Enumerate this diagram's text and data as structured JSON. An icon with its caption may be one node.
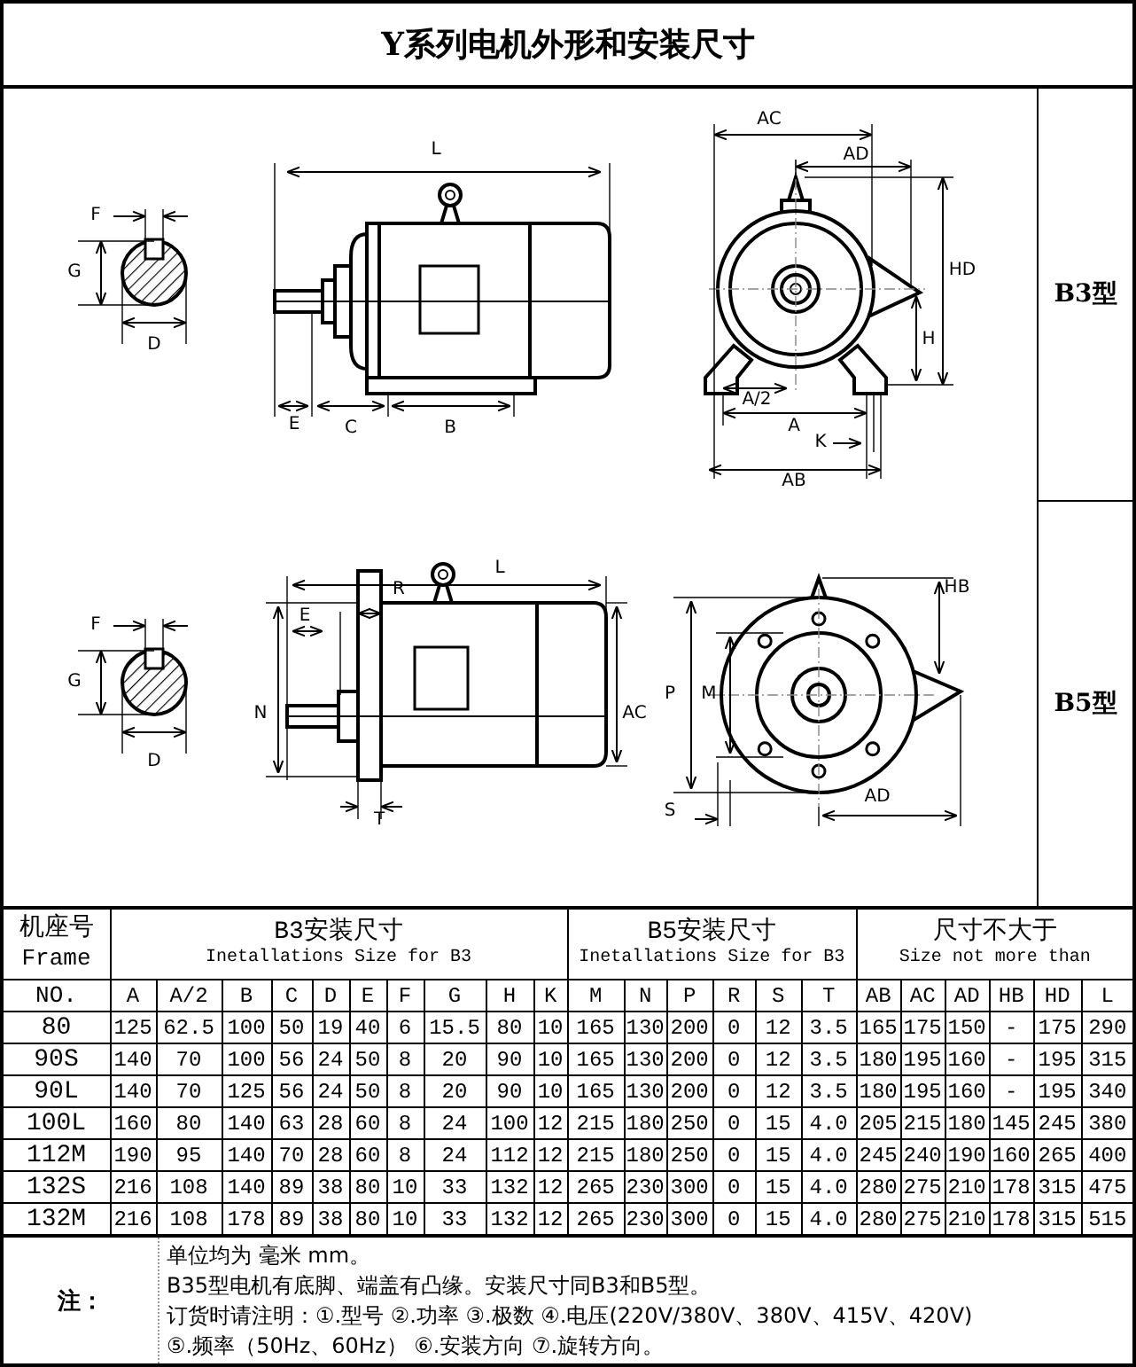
{
  "diagram": {
    "title": "Y系列电机外形和安装尺寸",
    "labels": [
      "F",
      "G",
      "D",
      "L",
      "E",
      "C",
      "B",
      "AC",
      "AD",
      "HD",
      "H",
      "A/2",
      "A",
      "K",
      "AB",
      "B3型",
      "F",
      "G",
      "D",
      "L",
      "E",
      "R",
      "N",
      "AC",
      "T",
      "P",
      "M",
      "HB",
      "S",
      "AD",
      "B5型",
      "机座号",
      "Frame",
      "B3安装尺寸",
      "Inetallations Size for B3",
      "B5安装尺寸",
      "Inetallations Size for B3",
      "尺寸不大于",
      "Size not more than",
      "NO.",
      "A",
      "A/2",
      "B",
      "C",
      "D",
      "E",
      "F",
      "G",
      "H",
      "K",
      "M",
      "N",
      "P",
      "R",
      "S",
      "T",
      "AB",
      "AC",
      "AD",
      "HB",
      "HD",
      "L",
      "80",
      "125",
      "62.5",
      "100",
      "50",
      "19",
      "40",
      "6",
      "15.5",
      "80",
      "10",
      "165",
      "130",
      "200",
      "0",
      "12",
      "3.5",
      "165",
      "175",
      "150",
      "-",
      "175",
      "290",
      "90S",
      "140",
      "70",
      "100",
      "56",
      "24",
      "50",
      "8",
      "20",
      "90",
      "10",
      "165",
      "130",
      "200",
      "0",
      "12",
      "3.5",
      "180",
      "195",
      "160",
      "-",
      "195",
      "315",
      "90L",
      "140",
      "70",
      "125",
      "56",
      "24",
      "50",
      "8",
      "20",
      "90",
      "10",
      "165",
      "130",
      "200",
      "0",
      "12",
      "3.5",
      "180",
      "195",
      "160",
      "-",
      "195",
      "340",
      "100L",
      "160",
      "80",
      "140",
      "63",
      "28",
      "60",
      "8",
      "24",
      "100",
      "12",
      "215",
      "180",
      "250",
      "0",
      "15",
      "4.0",
      "205",
      "215",
      "180",
      "145",
      "245",
      "380",
      "112M",
      "190",
      "95",
      "140",
      "70",
      "28",
      "60",
      "8",
      "24",
      "112",
      "12",
      "215",
      "180",
      "250",
      "0",
      "15",
      "4.0",
      "245",
      "240",
      "190",
      "160",
      "265",
      "400",
      "132S",
      "216",
      "108",
      "140",
      "89",
      "38",
      "80",
      "10",
      "33",
      "132",
      "12",
      "265",
      "230",
      "300",
      "0",
      "15",
      "4.0",
      "280",
      "275",
      "210",
      "178",
      "315",
      "475",
      "132M",
      "216",
      "108",
      "178",
      "89",
      "38",
      "80",
      "10",
      "33",
      "132",
      "12",
      "265",
      "230",
      "300",
      "0",
      "15",
      "4.0",
      "280",
      "275",
      "210",
      "178",
      "315",
      "515",
      "注：",
      "单位均为 毫米 mm。",
      "B35型电机有底脚、端盖有凸缘。安装尺寸同B3和B5型。",
      "订货时请注明：①.型号 ②.功率 ③.极数 ④.电压(220V/380V、380V、415V、420V)",
      "⑤.频率（50Hz、60Hz） ⑥.安装方向 ⑦.旋转方向。"
    ]
  }
}
